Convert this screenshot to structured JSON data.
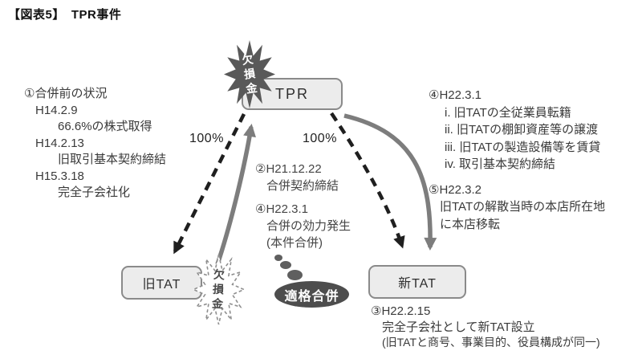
{
  "title": "【図表5】　TPR事件",
  "nodes": {
    "tpr": "TPR",
    "old_tat": "旧TAT",
    "new_tat": "新TAT"
  },
  "badges": {
    "tpr_loss": "欠損金",
    "old_tat_loss": "欠損金"
  },
  "edges": {
    "left_ownership": "100%",
    "right_ownership": "100%"
  },
  "merger_bubble": "適格合併",
  "notes": {
    "before_merger": {
      "lines": [
        "①合併前の状況",
        "H14.2.9",
        "66.6%の株式取得",
        "H14.2.13",
        "旧取引基本契約締結",
        "H15.3.18",
        "完全子会社化"
      ]
    },
    "merger_steps": {
      "lines": [
        "②H21.12.22",
        "合併契約締結",
        "④H22.3.1",
        "合併の効力発生",
        "(本件合併)"
      ]
    },
    "transfer_steps": {
      "lines": [
        "④H22.3.1",
        "i. 旧TATの全従業員転籍",
        "ii. 旧TATの棚卸資産等の譲渡",
        "iii. 旧TATの製造設備等を賃貸",
        "iv. 取引基本契約締結",
        "⑤H22.3.2",
        "旧TATの解散当時の本店所在地",
        "に本店移転"
      ]
    },
    "new_tat_setup": {
      "lines": [
        "③H22.2.15",
        "完全子会社として新TAT設立",
        "(旧TATと商号、事業目的、役員構成が同一)"
      ]
    }
  },
  "colors": {
    "box_fill": "#ececec",
    "box_border": "#8a8a8a",
    "badge_dark": "#595959",
    "merger_ellipse": "#4d4d4d",
    "solid_arrow": "#7d7d7d",
    "dashed_arrow": "#1f1f1f",
    "text": "#3a3a3a"
  }
}
